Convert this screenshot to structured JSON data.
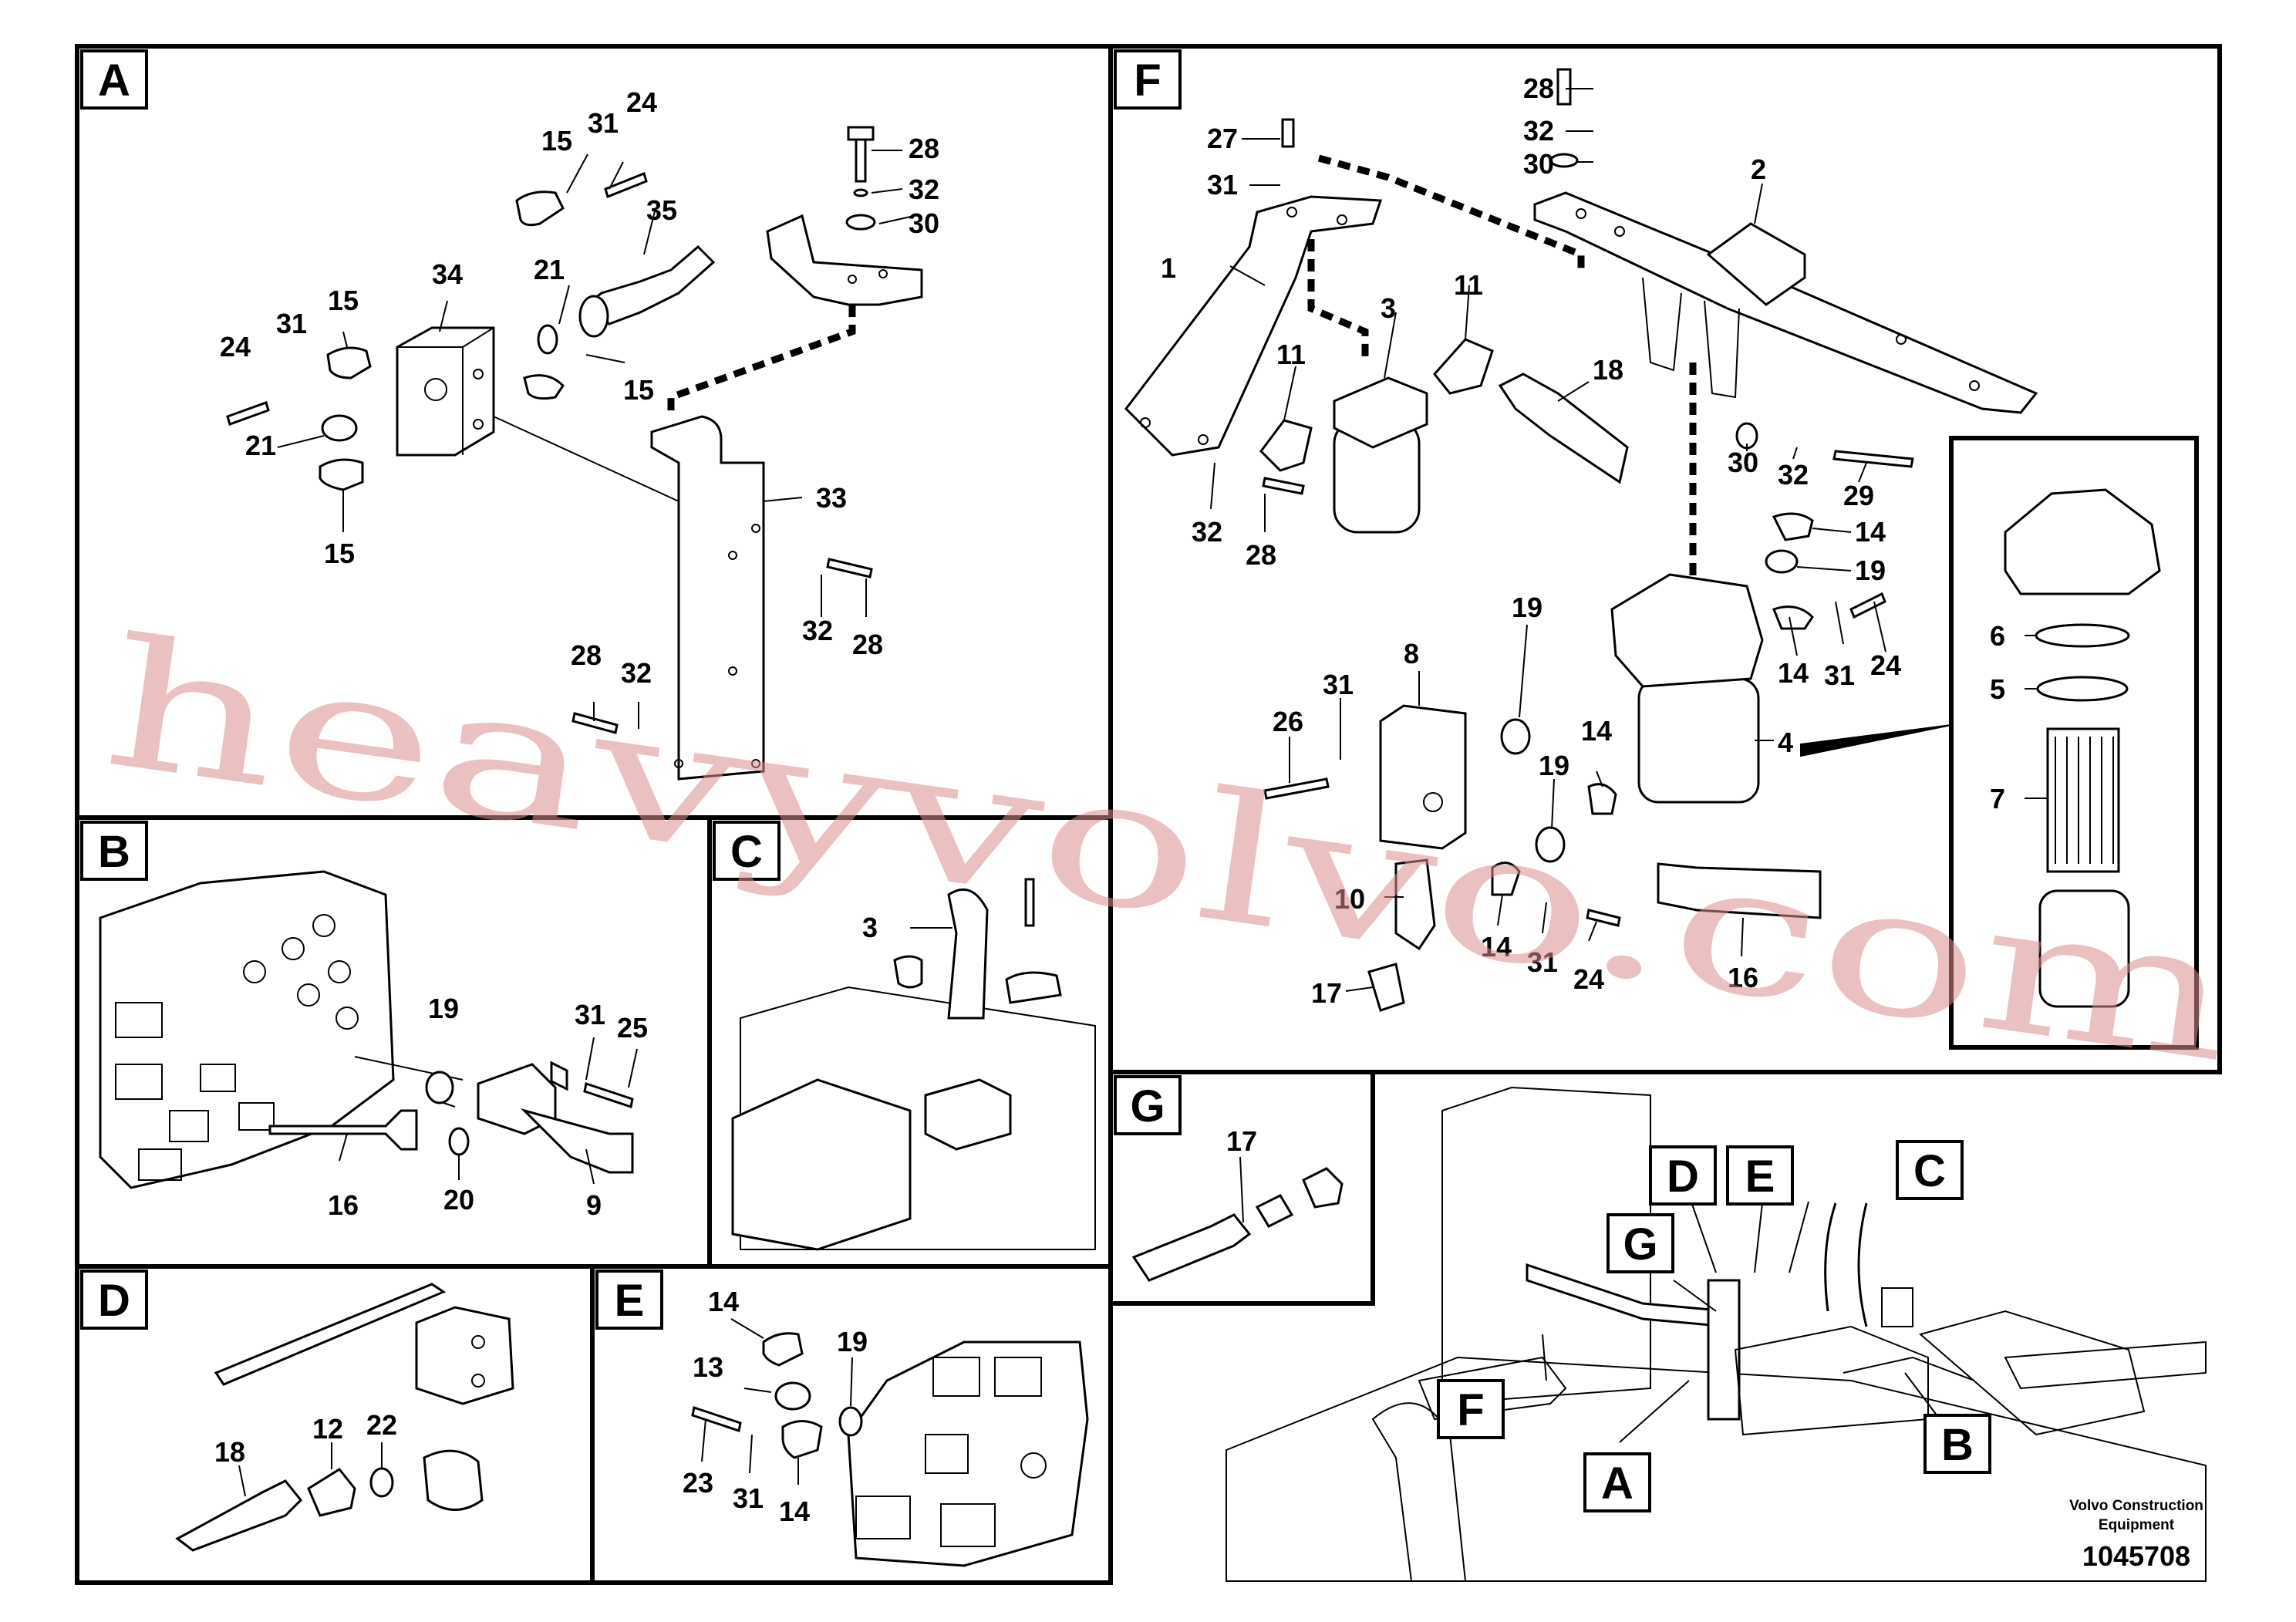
{
  "sections": {
    "a": "A",
    "b": "B",
    "c": "C",
    "d": "D",
    "e": "E",
    "f": "F",
    "g": "G"
  },
  "callouts": {
    "a": [
      "15",
      "31",
      "24",
      "28",
      "32",
      "30",
      "35",
      "34",
      "21",
      "24",
      "31",
      "15",
      "21",
      "15",
      "15",
      "33",
      "32",
      "28",
      "28",
      "32"
    ],
    "b": [
      "19",
      "31",
      "25",
      "16",
      "20",
      "9"
    ],
    "c": [
      "3"
    ],
    "d": [
      "18",
      "12",
      "22"
    ],
    "e": [
      "14",
      "13",
      "19",
      "23",
      "31",
      "14"
    ],
    "f": [
      "28",
      "32",
      "30",
      "27",
      "31",
      "2",
      "1",
      "3",
      "11",
      "11",
      "18",
      "32",
      "28",
      "30",
      "32",
      "29",
      "14",
      "19",
      "19",
      "8",
      "31",
      "26",
      "14",
      "31",
      "24",
      "14",
      "19",
      "10",
      "14",
      "31",
      "24",
      "17",
      "16",
      "4",
      "6",
      "5",
      "7"
    ],
    "g": [
      "17"
    ]
  },
  "overview_labels": {
    "d": "D",
    "e": "E",
    "c": "C",
    "g": "G",
    "f": "F",
    "a": "A",
    "b": "B"
  },
  "footer": {
    "brand_line1": "Volvo Construction",
    "brand_line2": "Equipment",
    "drawing_number": "1045708"
  },
  "watermark": {
    "text": "heavyvolvo.com",
    "color": "#d98c8c"
  }
}
